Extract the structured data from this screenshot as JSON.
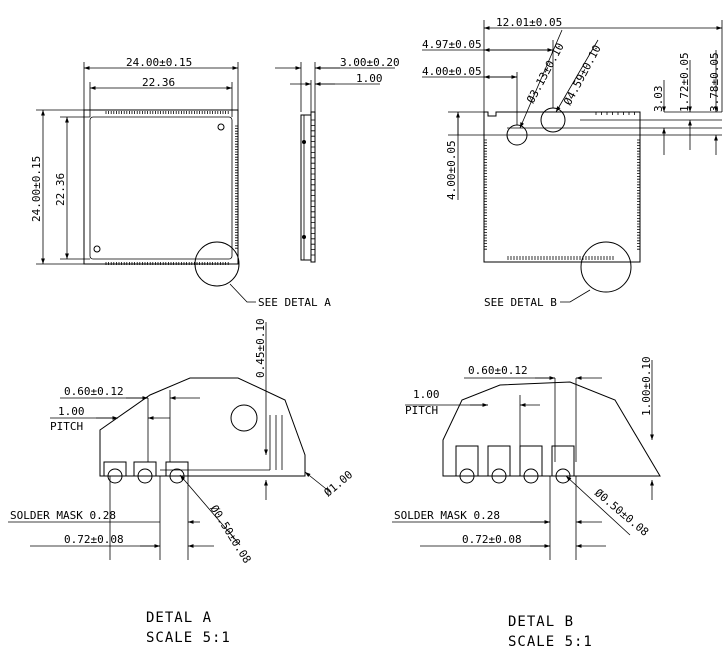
{
  "top_left_view": {
    "width_overall": "24.00±0.15",
    "width_inner": "22.36",
    "height_overall": "24.00±0.15",
    "height_inner": "22.36",
    "callout": "SEE DETAL A"
  },
  "side_view": {
    "thickness": "3.00±0.20",
    "board": "1.00"
  },
  "top_right_view": {
    "dim_1201": "12.01±0.05",
    "dim_497": "4.97±0.05",
    "dim_400_h": "4.00±0.05",
    "dim_313": "Ø3.13±0.10",
    "dim_459": "Ø4.59±0.10",
    "dim_303": "3.03",
    "dim_172": "1.72±0.05",
    "dim_378": "3.78±0.05",
    "dim_400_v": "4.00±0.05",
    "callout": "SEE DETAL B"
  },
  "detail_a": {
    "pad_pitch": "0.60±0.12",
    "pitch_value": "1.00",
    "pitch_label": "PITCH",
    "edge_gap": "0.45±0.10",
    "radius": "Ø1.00",
    "solder_mask": "SOLDER MASK 0.28",
    "pad_len": "0.72±0.08",
    "hole": "Ø0.50±0.08",
    "title": "DETAL A",
    "scale": "SCALE 5:1"
  },
  "detail_b": {
    "pad_pitch": "0.60±0.12",
    "pitch_value": "1.00",
    "pitch_label": "PITCH",
    "edge_gap": "1.00±0.10",
    "solder_mask": "SOLDER MASK 0.28",
    "pad_len": "0.72±0.08",
    "hole": "Ø0.50±0.08",
    "title": "DETAL B",
    "scale": "SCALE 5:1"
  }
}
